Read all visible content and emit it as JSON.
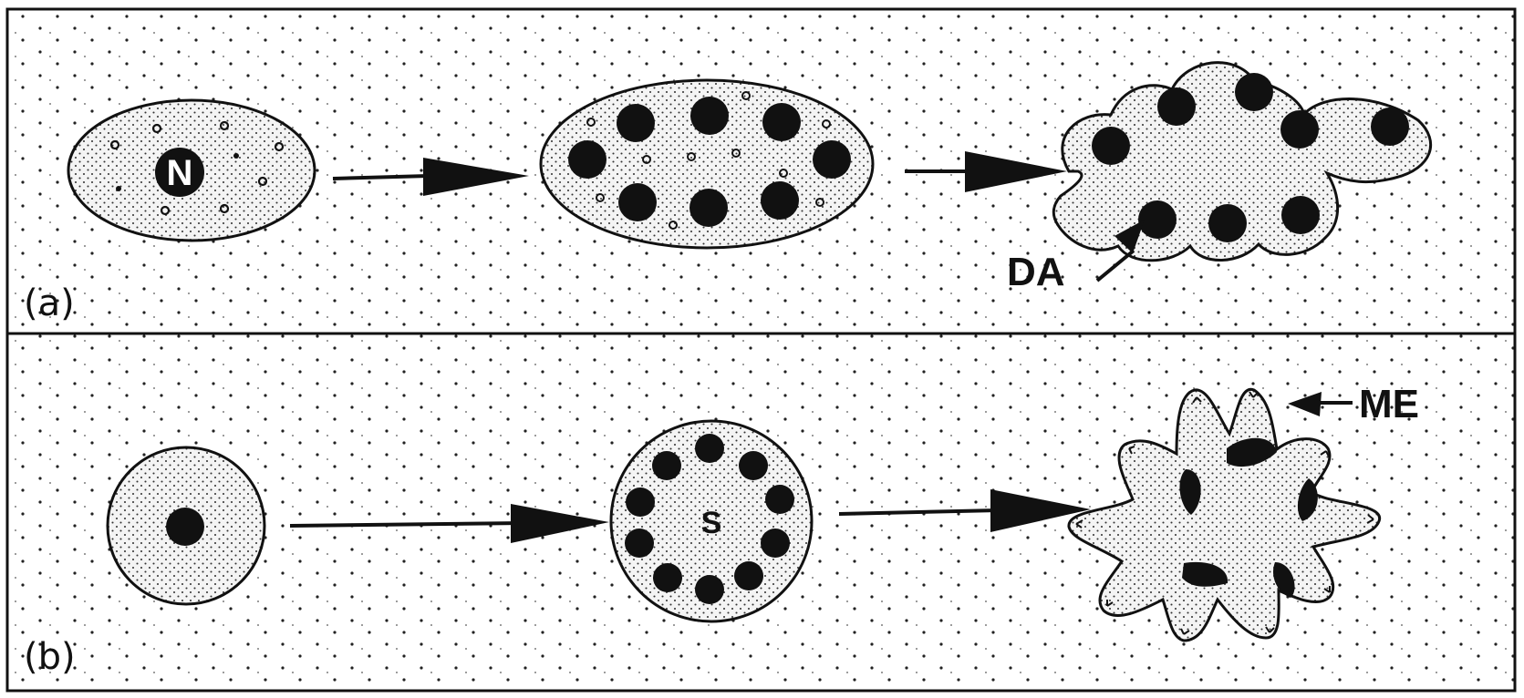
{
  "panels": {
    "a": {
      "label": "(a)",
      "nucleus_label": "N",
      "callout": "DA"
    },
    "b": {
      "label": "(b)",
      "center_label": "S",
      "callout": "ME"
    }
  },
  "colors": {
    "ink": "#111111",
    "background": "#ffffff",
    "cell_fill": "#f4f4f4",
    "stipple": "#222222"
  }
}
